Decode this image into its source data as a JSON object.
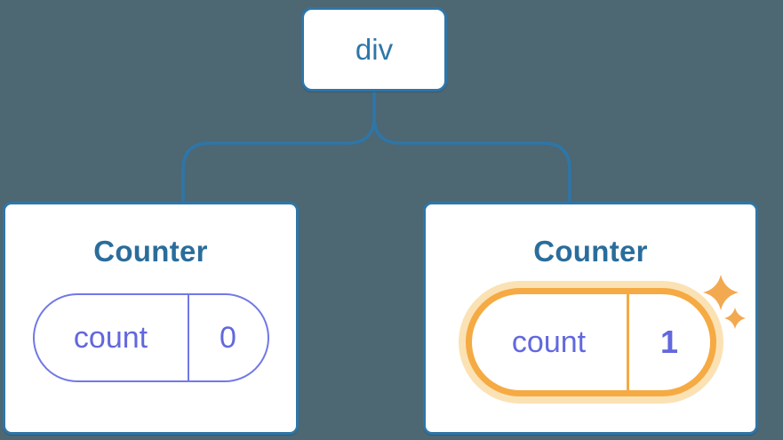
{
  "diagram": {
    "root": {
      "label": "div"
    },
    "cards": [
      {
        "title": "Counter",
        "state": {
          "name": "count",
          "value": "0"
        },
        "highlighted": false
      },
      {
        "title": "Counter",
        "state": {
          "name": "count",
          "value": "1"
        },
        "highlighted": true
      }
    ]
  },
  "colors": {
    "background": "#4D6773",
    "node_blue": "#2E76A8",
    "heading": "#2A6D9B",
    "purple_text": "#6268DE",
    "purple_border": "#7278E6",
    "orange": "#F5AA43",
    "orange_halo": "#FBE2B4",
    "sparkle": "#F2A94F",
    "card": "#FFFFFF"
  }
}
